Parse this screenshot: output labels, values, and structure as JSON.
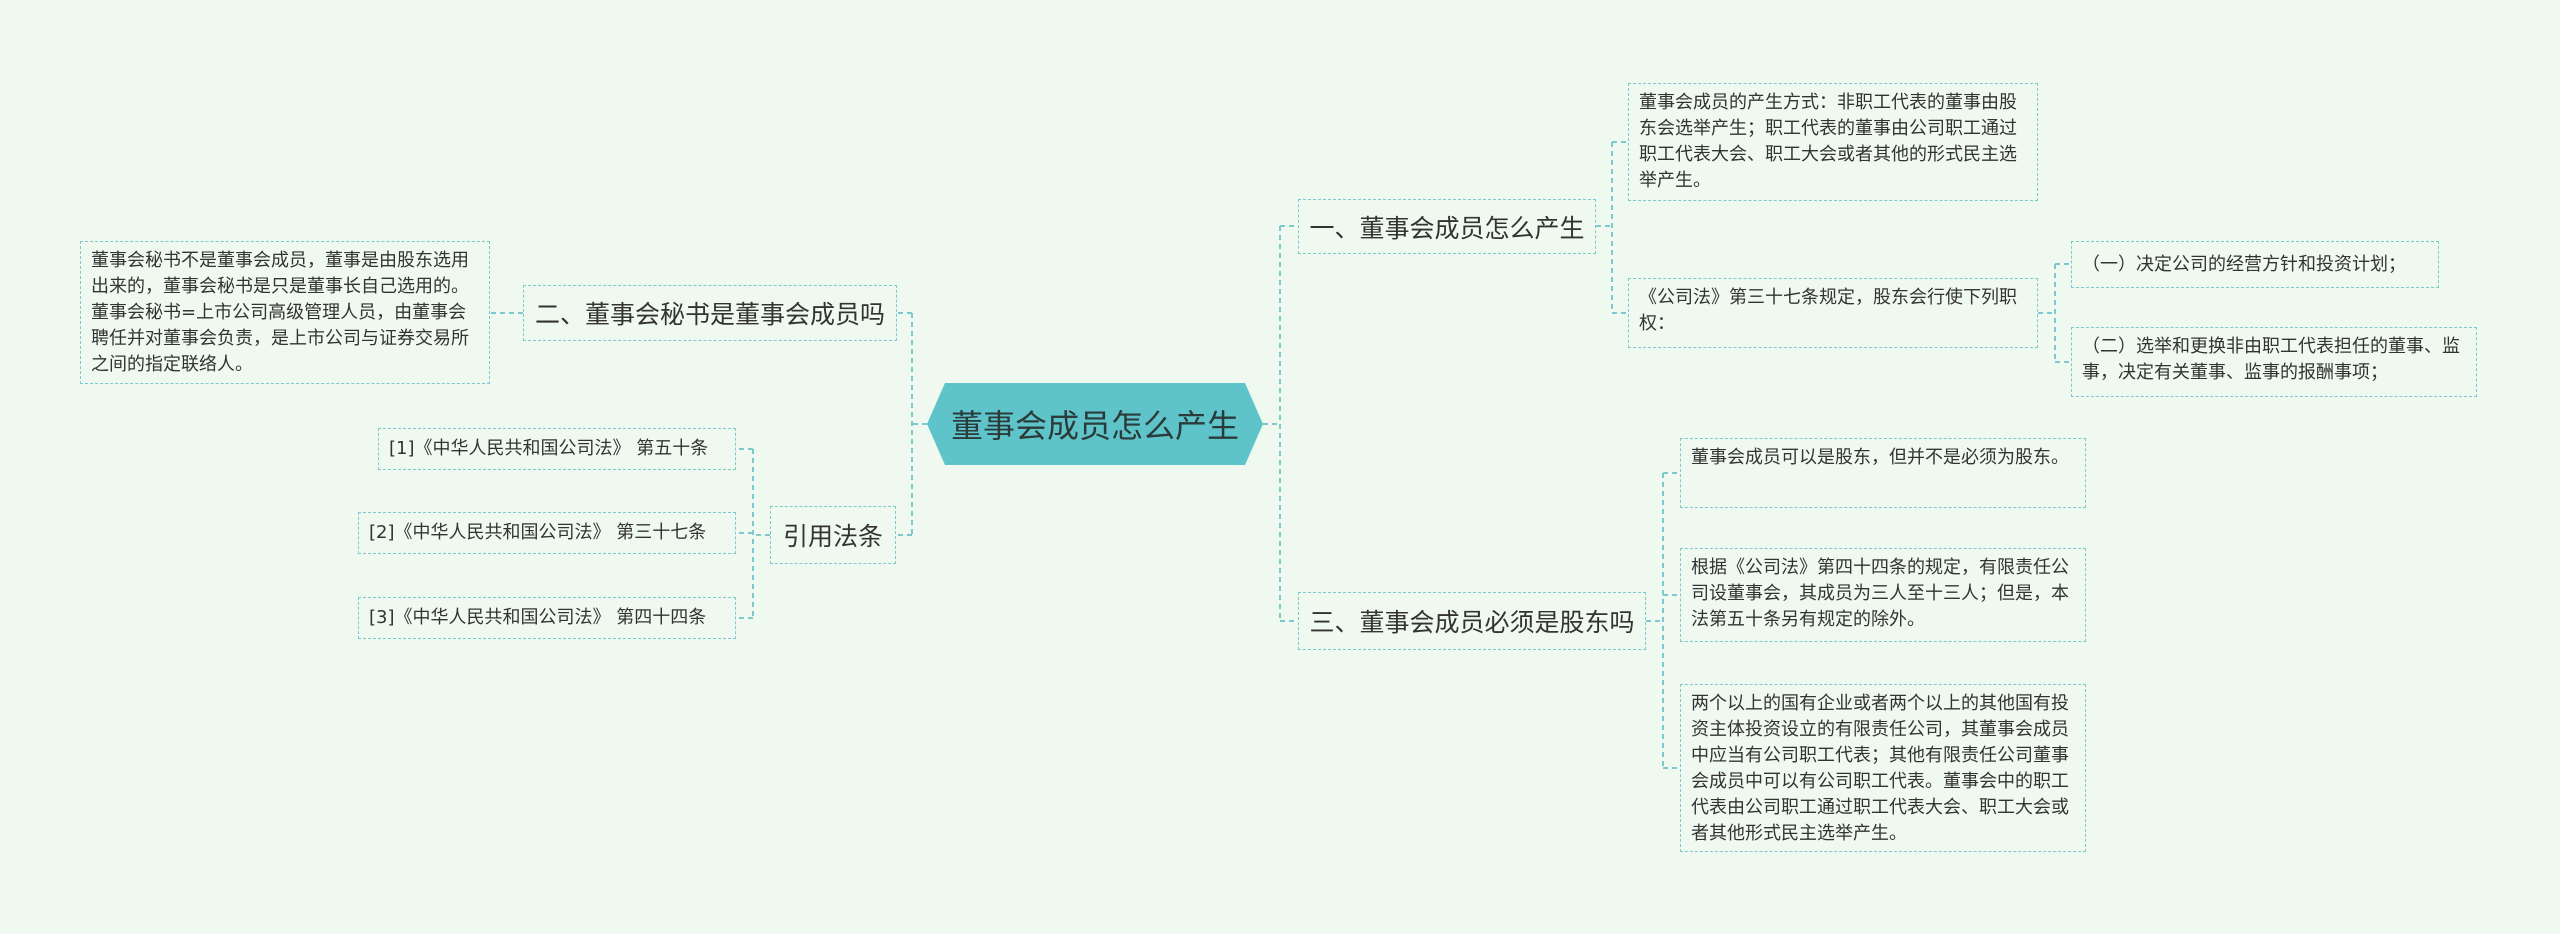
{
  "root": {
    "label": "董事会成员怎么产生"
  },
  "branches": {
    "b1": {
      "label": "一、董事会成员怎么产生",
      "method": "董事会成员的产生方式：非职工代表的董事由股东会选举产生；职工代表的董事由公司职工通过职工代表大会、职工大会或者其他的形式民主选举产生。",
      "law": "《公司法》第三十七条规定，股东会行使下列职权：",
      "powers": [
        "（一）决定公司的经营方针和投资计划；",
        "（二）选举和更换非由职工代表担任的董事、监事，决定有关董事、监事的报酬事项；"
      ]
    },
    "b2": {
      "label": "二、董事会秘书是董事会成员吗",
      "text": "董事会秘书不是董事会成员，董事是由股东选用出来的，董事会秘书是只是董事长自己选用的。董事会秘书=上市公司高级管理人员，由董事会聘任并对董事会负责，是上市公司与证券交易所之间的指定联络人。"
    },
    "b3": {
      "label": "三、董事会成员必须是股东吗",
      "items": [
        "董事会成员可以是股东，但并不是必须为股东。",
        "根据《公司法》第四十四条的规定，有限责任公司设董事会，其成员为三人至十三人；但是，本法第五十条另有规定的除外。",
        "两个以上的国有企业或者两个以上的其他国有投资主体投资设立的有限责任公司，其董事会成员中应当有公司职工代表；其他有限责任公司董事会成员中可以有公司职工代表。董事会中的职工代表由公司职工通过职工代表大会、职工大会或者其他形式民主选举产生。"
      ]
    },
    "b4": {
      "label": "引用法条",
      "refs": [
        "[1]《中华人民共和国公司法》 第五十条",
        "[2]《中华人民共和国公司法》 第三十七条",
        "[3]《中华人民共和国公司法》 第四十四条"
      ]
    }
  },
  "colors": {
    "line": "#7ec8cf",
    "root_fill": "#5ec4c9",
    "background": "#f0f9f0"
  }
}
